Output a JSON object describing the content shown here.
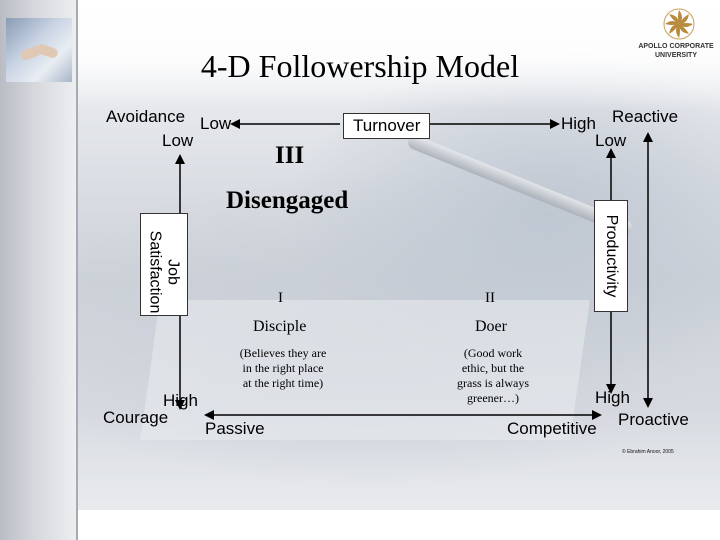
{
  "title": "4-D Followership Model",
  "corner_labels": {
    "avoidance": "Avoidance",
    "avoidance_low": "Low",
    "low_left": "Low",
    "turnover": "Turnover",
    "high_top": "High",
    "reactive": "Reactive",
    "low_right": "Low",
    "high_left": "High",
    "courage": "Courage",
    "passive": "Passive",
    "competitive": "Competitive",
    "high_right": "High",
    "proactive": "Proactive"
  },
  "axes": {
    "job_satisfaction": "Job Satisfaction",
    "productivity": "Productivity"
  },
  "quadrants": {
    "q3_numeral": "III",
    "q3_name": "Disengaged",
    "q1_numeral": "I",
    "q1_name": "Disciple",
    "q1_desc": [
      "(Believes they are",
      "in the right place",
      "at the right time)"
    ],
    "q2_numeral": "II",
    "q2_name": "Doer",
    "q2_desc": [
      "(Good work",
      "ethic, but the",
      "grass is always",
      "greener…)"
    ]
  },
  "logo": {
    "line1": "APOLLO CORPORATE",
    "line2": "UNIVERSITY"
  },
  "copyright": "© Ebrahim Anoor, 2005",
  "colors": {
    "text": "#000000",
    "axis_line": "#000000",
    "title": "#000000",
    "box_border": "#333333"
  }
}
